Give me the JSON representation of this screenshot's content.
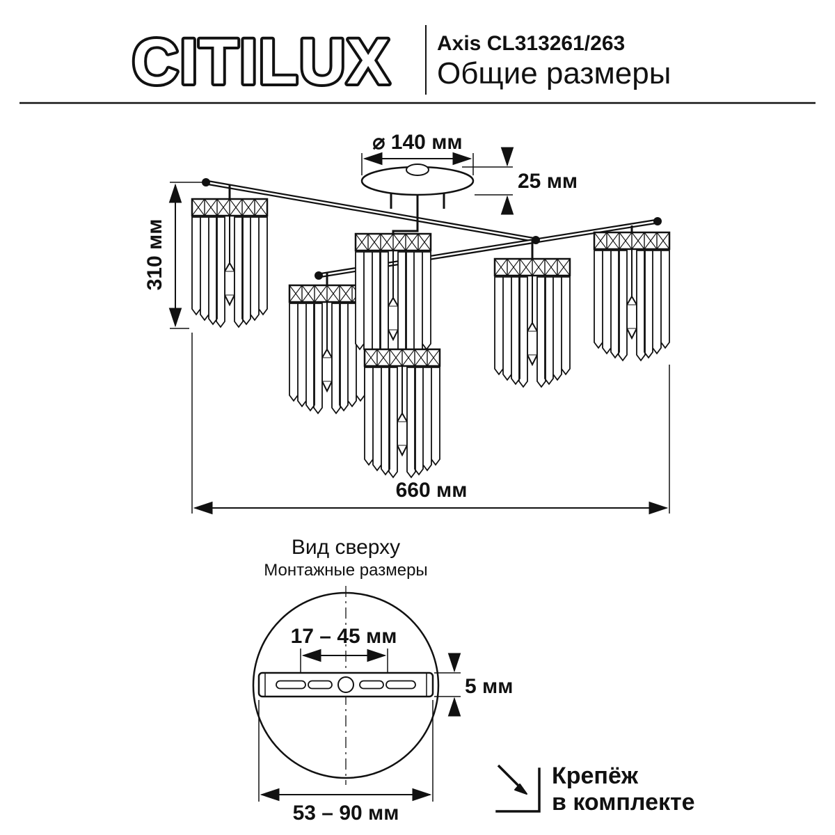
{
  "header": {
    "logo": "CITILUX",
    "model": "Axis CL313261/263",
    "subtitle": "Общие размеры"
  },
  "overall_drawing": {
    "canopy_diameter": "⌀ 140 мм",
    "canopy_height": "25 мм",
    "fixture_height": "310 мм",
    "fixture_width": "660 мм"
  },
  "top_view": {
    "title": "Вид сверху",
    "subtitle": "Монтажные размеры",
    "slot_spacing": "17 – 45 мм",
    "plate_thickness": "5 мм",
    "plate_length": "53 – 90 мм"
  },
  "footer": {
    "fasteners_line1": "Крепёж",
    "fasteners_line2": "в комплекте"
  }
}
